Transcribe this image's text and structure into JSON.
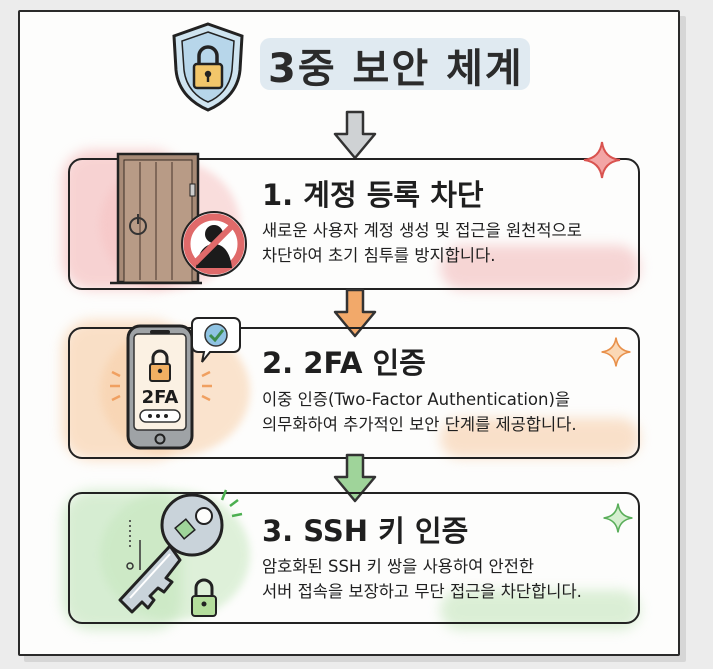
{
  "header": {
    "title": "3중 보안 체계",
    "icon": "shield-lock-icon"
  },
  "colors": {
    "step1_accent": "#e06a6a",
    "step2_accent": "#f0a060",
    "step3_accent": "#7cc47a",
    "title_highlight": "#dde8ef",
    "outline": "#222222"
  },
  "steps": [
    {
      "number": "1",
      "title": "1. 계정 등록 차단",
      "description_line1": "새로운 사용자 계정 생성 및 접근을 원천적으로",
      "description_line2": "차단하여 초기 침투를 방지합니다.",
      "icon": "door-blocked-user-icon",
      "arrow_color": "gray"
    },
    {
      "number": "2",
      "title": "2. 2FA 인증",
      "description_line1": "이중 인증(Two-Factor Authentication)을",
      "description_line2": "의무화하여 추가적인 보안 단계를 제공합니다.",
      "icon": "phone-2fa-icon",
      "icon_label": "2FA",
      "arrow_color": "orange"
    },
    {
      "number": "3",
      "title": "3. SSH 키 인증",
      "description_line1": "암호화된 SSH 키 쌍을 사용하여 안전한",
      "description_line2": "서버 접속을 보장하고 무단 접근을 차단합니다.",
      "icon": "key-lock-icon",
      "arrow_color": "green"
    }
  ]
}
